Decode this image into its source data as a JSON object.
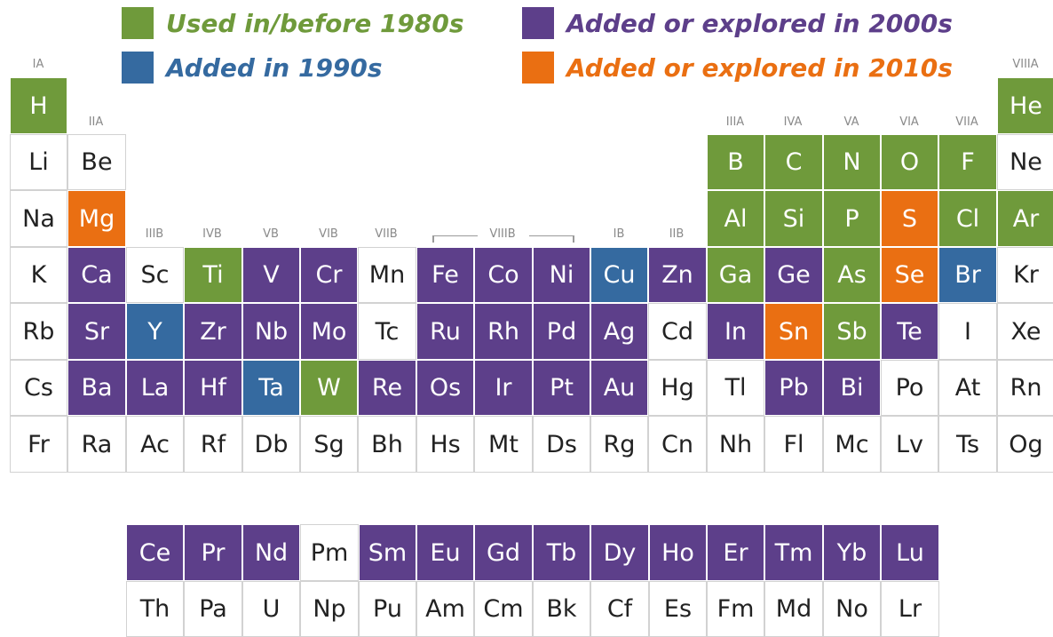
{
  "legend": [
    {
      "id": "1980s",
      "label": "Used in/before 1980s",
      "color": "#6f9a3b"
    },
    {
      "id": "1990s",
      "label": "Added in 1990s",
      "color": "#356aa0"
    },
    {
      "id": "2000s",
      "label": "Added or explored in 2000s",
      "color": "#5d3f8a"
    },
    {
      "id": "2010s",
      "label": "Added or explored in 2010s",
      "color": "#ea6f12"
    }
  ],
  "group_labels": {
    "IA": "IA",
    "IIA": "IIA",
    "IIIB": "IIIB",
    "IVB": "IVB",
    "VB": "VB",
    "VIB": "VIB",
    "VIIB": "VIIB",
    "VIIIB": "VIIIB",
    "IB": "IB",
    "IIB": "IIB",
    "IIIA": "IIIA",
    "IVA": "IVA",
    "VA": "VA",
    "VIA": "VIA",
    "VIIA": "VIIA",
    "VIIIA": "VIIIA"
  },
  "main_table": [
    [
      {
        "s": "H",
        "c": "1980s"
      },
      null,
      null,
      null,
      null,
      null,
      null,
      null,
      null,
      null,
      null,
      null,
      null,
      null,
      null,
      null,
      null,
      {
        "s": "He",
        "c": "1980s"
      }
    ],
    [
      {
        "s": "Li"
      },
      {
        "s": "Be"
      },
      null,
      null,
      null,
      null,
      null,
      null,
      null,
      null,
      null,
      null,
      {
        "s": "B",
        "c": "1980s"
      },
      {
        "s": "C",
        "c": "1980s"
      },
      {
        "s": "N",
        "c": "1980s"
      },
      {
        "s": "O",
        "c": "1980s"
      },
      {
        "s": "F",
        "c": "1980s"
      },
      {
        "s": "Ne"
      }
    ],
    [
      {
        "s": "Na"
      },
      {
        "s": "Mg",
        "c": "2010s"
      },
      null,
      null,
      null,
      null,
      null,
      null,
      null,
      null,
      null,
      null,
      {
        "s": "Al",
        "c": "1980s"
      },
      {
        "s": "Si",
        "c": "1980s"
      },
      {
        "s": "P",
        "c": "1980s"
      },
      {
        "s": "S",
        "c": "2010s"
      },
      {
        "s": "Cl",
        "c": "1980s"
      },
      {
        "s": "Ar",
        "c": "1980s"
      }
    ],
    [
      {
        "s": "K"
      },
      {
        "s": "Ca",
        "c": "2000s"
      },
      {
        "s": "Sc"
      },
      {
        "s": "Ti",
        "c": "1980s"
      },
      {
        "s": "V",
        "c": "2000s"
      },
      {
        "s": "Cr",
        "c": "2000s"
      },
      {
        "s": "Mn"
      },
      {
        "s": "Fe",
        "c": "2000s"
      },
      {
        "s": "Co",
        "c": "2000s"
      },
      {
        "s": "Ni",
        "c": "2000s"
      },
      {
        "s": "Cu",
        "c": "1990s"
      },
      {
        "s": "Zn",
        "c": "2000s"
      },
      {
        "s": "Ga",
        "c": "1980s"
      },
      {
        "s": "Ge",
        "c": "2000s"
      },
      {
        "s": "As",
        "c": "1980s"
      },
      {
        "s": "Se",
        "c": "2010s"
      },
      {
        "s": "Br",
        "c": "1990s"
      },
      {
        "s": "Kr"
      }
    ],
    [
      {
        "s": "Rb"
      },
      {
        "s": "Sr",
        "c": "2000s"
      },
      {
        "s": "Y",
        "c": "1990s"
      },
      {
        "s": "Zr",
        "c": "2000s"
      },
      {
        "s": "Nb",
        "c": "2000s"
      },
      {
        "s": "Mo",
        "c": "2000s"
      },
      {
        "s": "Tc"
      },
      {
        "s": "Ru",
        "c": "2000s"
      },
      {
        "s": "Rh",
        "c": "2000s"
      },
      {
        "s": "Pd",
        "c": "2000s"
      },
      {
        "s": "Ag",
        "c": "2000s"
      },
      {
        "s": "Cd"
      },
      {
        "s": "In",
        "c": "2000s"
      },
      {
        "s": "Sn",
        "c": "2010s"
      },
      {
        "s": "Sb",
        "c": "1980s"
      },
      {
        "s": "Te",
        "c": "2000s"
      },
      {
        "s": "I"
      },
      {
        "s": "Xe"
      }
    ],
    [
      {
        "s": "Cs"
      },
      {
        "s": "Ba",
        "c": "2000s"
      },
      {
        "s": "La",
        "c": "2000s"
      },
      {
        "s": "Hf",
        "c": "2000s"
      },
      {
        "s": "Ta",
        "c": "1990s"
      },
      {
        "s": "W",
        "c": "1980s"
      },
      {
        "s": "Re",
        "c": "2000s"
      },
      {
        "s": "Os",
        "c": "2000s"
      },
      {
        "s": "Ir",
        "c": "2000s"
      },
      {
        "s": "Pt",
        "c": "2000s"
      },
      {
        "s": "Au",
        "c": "2000s"
      },
      {
        "s": "Hg"
      },
      {
        "s": "Tl"
      },
      {
        "s": "Pb",
        "c": "2000s"
      },
      {
        "s": "Bi",
        "c": "2000s"
      },
      {
        "s": "Po"
      },
      {
        "s": "At"
      },
      {
        "s": "Rn"
      }
    ],
    [
      {
        "s": "Fr"
      },
      {
        "s": "Ra"
      },
      {
        "s": "Ac"
      },
      {
        "s": "Rf"
      },
      {
        "s": "Db"
      },
      {
        "s": "Sg"
      },
      {
        "s": "Bh"
      },
      {
        "s": "Hs"
      },
      {
        "s": "Mt"
      },
      {
        "s": "Ds"
      },
      {
        "s": "Rg"
      },
      {
        "s": "Cn"
      },
      {
        "s": "Nh"
      },
      {
        "s": "Fl"
      },
      {
        "s": "Mc"
      },
      {
        "s": "Lv"
      },
      {
        "s": "Ts"
      },
      {
        "s": "Og"
      }
    ]
  ],
  "f_block": [
    [
      {
        "s": "Ce",
        "c": "2000s"
      },
      {
        "s": "Pr",
        "c": "2000s"
      },
      {
        "s": "Nd",
        "c": "2000s"
      },
      {
        "s": "Pm"
      },
      {
        "s": "Sm",
        "c": "2000s"
      },
      {
        "s": "Eu",
        "c": "2000s"
      },
      {
        "s": "Gd",
        "c": "2000s"
      },
      {
        "s": "Tb",
        "c": "2000s"
      },
      {
        "s": "Dy",
        "c": "2000s"
      },
      {
        "s": "Ho",
        "c": "2000s"
      },
      {
        "s": "Er",
        "c": "2000s"
      },
      {
        "s": "Tm",
        "c": "2000s"
      },
      {
        "s": "Yb",
        "c": "2000s"
      },
      {
        "s": "Lu",
        "c": "2000s"
      }
    ],
    [
      {
        "s": "Th"
      },
      {
        "s": "Pa"
      },
      {
        "s": "U"
      },
      {
        "s": "Np"
      },
      {
        "s": "Pu"
      },
      {
        "s": "Am"
      },
      {
        "s": "Cm"
      },
      {
        "s": "Bk"
      },
      {
        "s": "Cf"
      },
      {
        "s": "Es"
      },
      {
        "s": "Fm"
      },
      {
        "s": "Md"
      },
      {
        "s": "No"
      },
      {
        "s": "Lr"
      }
    ]
  ]
}
